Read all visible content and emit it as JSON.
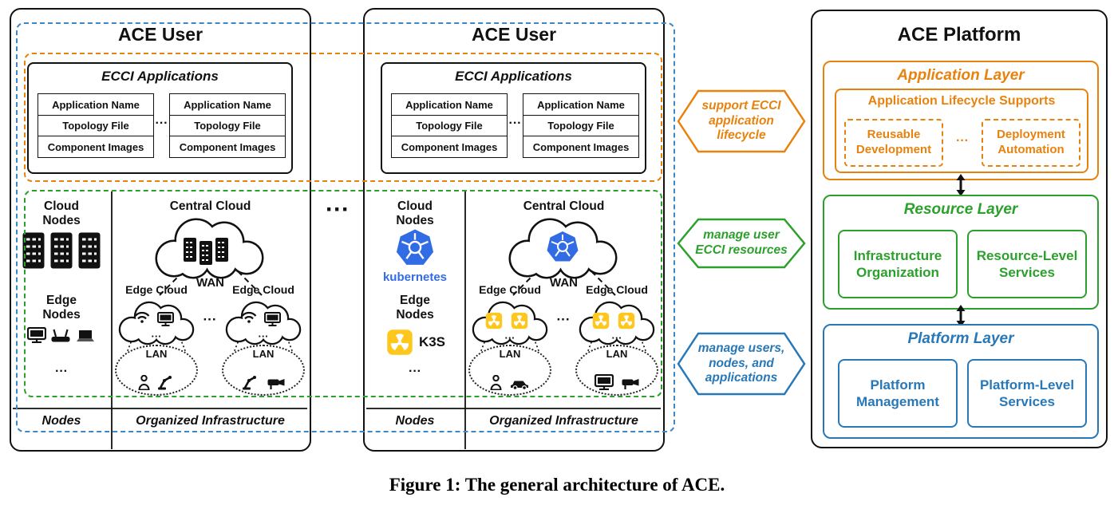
{
  "caption": "Figure 1: The general architecture of ACE.",
  "dots": "···",
  "colors": {
    "orange": "#E8820E",
    "green": "#2CA02C",
    "blue": "#2878B8",
    "dashed_blue": "#3C87C6",
    "kubernetes_blue": "#326CE5",
    "k3s_yellow": "#FFC61C",
    "black": "#111111"
  },
  "user_box": {
    "title": "ACE User",
    "ecci": {
      "title": "ECCI Applications",
      "app_card_rows": [
        "Application Name",
        "Topology File",
        "Component Images"
      ]
    },
    "infrastructure": {
      "cloud_nodes": "Cloud\nNodes",
      "edge_nodes": "Edge\nNodes",
      "central_cloud": "Central Cloud",
      "wan": "WAN",
      "edge_cloud": "Edge Cloud",
      "lan": "LAN"
    },
    "footer": {
      "nodes": "Nodes",
      "organized_infrastructure": "Organized Infrastructure"
    },
    "brands": {
      "kubernetes": "kubernetes",
      "k3s": "K3S"
    }
  },
  "hexagons": [
    {
      "text": "support ECCI\napplication\nlifecycle",
      "color": "#E8820E"
    },
    {
      "text": "manage user\nECCI resources",
      "color": "#2CA02C"
    },
    {
      "text": "manage users,\nnodes, and\napplications",
      "color": "#2878B8"
    }
  ],
  "platform": {
    "title": "ACE Platform",
    "application_layer": {
      "title": "Application Layer",
      "subtitle": "Application Lifecycle Supports",
      "items": [
        "Reusable\nDevelopment",
        "Deployment\nAutomation"
      ]
    },
    "resource_layer": {
      "title": "Resource Layer",
      "items": [
        "Infrastructure\nOrganization",
        "Resource-Level\nServices"
      ]
    },
    "platform_layer": {
      "title": "Platform Layer",
      "items": [
        "Platform\nManagement",
        "Platform-Level\nServices"
      ]
    }
  },
  "icons": {
    "server-rack-icon": "black server tower with white slots (svg)",
    "kubernetes-logo-icon": "blue heptagon with white helm wheel (svg)",
    "k3s-logo-icon": "yellow rounded square with white fan (svg)",
    "wifi-icon": "wifi arcs (svg)",
    "wifi-router-icon": "router box with antennas (svg)",
    "computer-icon": "desktop monitor (svg)",
    "laptop-icon": "laptop (svg)",
    "person-icon": "person silhouette (svg)",
    "robot-arm-icon": "robotic arm (svg)",
    "surveillance-camera-icon": "cctv camera (svg)",
    "car-icon": "car (svg)",
    "bidirectional-arrow-icon": "vertical double-headed arrow (svg)",
    "cloud-shape": "cloud outline (svg)"
  }
}
